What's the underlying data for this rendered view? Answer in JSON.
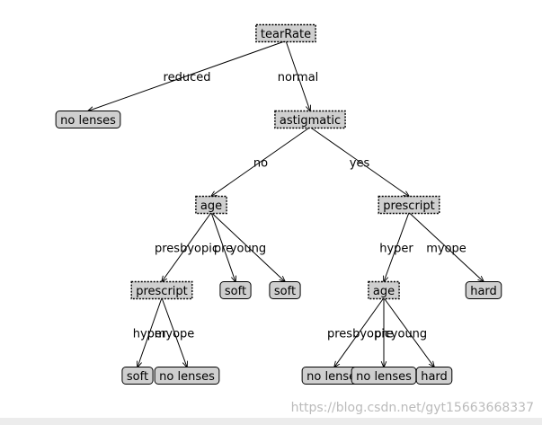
{
  "tree": {
    "nodes": [
      {
        "id": "n0",
        "label": "tearRate",
        "kind": "decision"
      },
      {
        "id": "n1",
        "label": "no lenses",
        "kind": "leaf"
      },
      {
        "id": "n2",
        "label": "astigmatic",
        "kind": "decision"
      },
      {
        "id": "n3",
        "label": "age",
        "kind": "decision"
      },
      {
        "id": "n4",
        "label": "prescript",
        "kind": "decision"
      },
      {
        "id": "n5",
        "label": "prescript",
        "kind": "decision"
      },
      {
        "id": "n6",
        "label": "soft",
        "kind": "leaf"
      },
      {
        "id": "n7",
        "label": "soft",
        "kind": "leaf"
      },
      {
        "id": "n8",
        "label": "soft",
        "kind": "leaf"
      },
      {
        "id": "n9",
        "label": "no lenses",
        "kind": "leaf"
      },
      {
        "id": "n10",
        "label": "age",
        "kind": "decision"
      },
      {
        "id": "n11",
        "label": "hard",
        "kind": "leaf"
      },
      {
        "id": "n12",
        "label": "no lenses",
        "kind": "leaf"
      },
      {
        "id": "n13",
        "label": "no lenses",
        "kind": "leaf"
      },
      {
        "id": "n14",
        "label": "hard",
        "kind": "leaf"
      }
    ],
    "edges": [
      {
        "from": "n0",
        "to": "n1",
        "label": "reduced"
      },
      {
        "from": "n0",
        "to": "n2",
        "label": "normal"
      },
      {
        "from": "n2",
        "to": "n3",
        "label": "no"
      },
      {
        "from": "n2",
        "to": "n4",
        "label": "yes"
      },
      {
        "from": "n3",
        "to": "n5",
        "label": "presbyopic"
      },
      {
        "from": "n3",
        "to": "n7",
        "label": "pre"
      },
      {
        "from": "n3",
        "to": "n8",
        "label": "young"
      },
      {
        "from": "n5",
        "to": "n6",
        "label": "hyper"
      },
      {
        "from": "n5",
        "to": "n9",
        "label": "myope"
      },
      {
        "from": "n4",
        "to": "n10",
        "label": "hyper"
      },
      {
        "from": "n4",
        "to": "n11",
        "label": "myope"
      },
      {
        "from": "n10",
        "to": "n12",
        "label": "presbyopic"
      },
      {
        "from": "n10",
        "to": "n13",
        "label": "pre"
      },
      {
        "from": "n10",
        "to": "n14",
        "label": "young"
      }
    ]
  },
  "watermark": "https://blog.csdn.net/gyt15663668337"
}
